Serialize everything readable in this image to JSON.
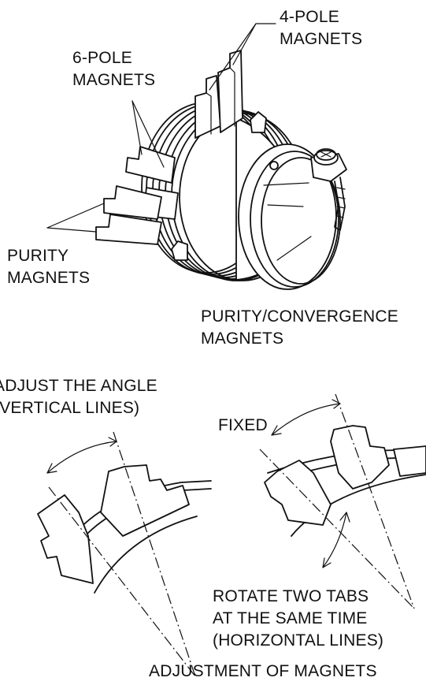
{
  "labels": {
    "four_pole_line1": "4-POLE",
    "four_pole_line2": "MAGNETS",
    "six_pole_line1": "6-POLE",
    "six_pole_line2": "MAGNETS",
    "purity_line1": "PURITY",
    "purity_line2": "MAGNETS",
    "pc_line1": "PURITY/CONVERGENCE",
    "pc_line2": "MAGNETS",
    "adjust_line1": "ADJUST THE ANGLE",
    "adjust_line2": "(VERTICAL LINES)",
    "fixed": "FIXED",
    "rotate_line1": "ROTATE  TWO  TABS",
    "rotate_line2": "AT THE SAME TIME",
    "rotate_line3": "(HORIZONTAL LINES)",
    "caption": "ADJUSTMENT OF MAGNETS"
  }
}
